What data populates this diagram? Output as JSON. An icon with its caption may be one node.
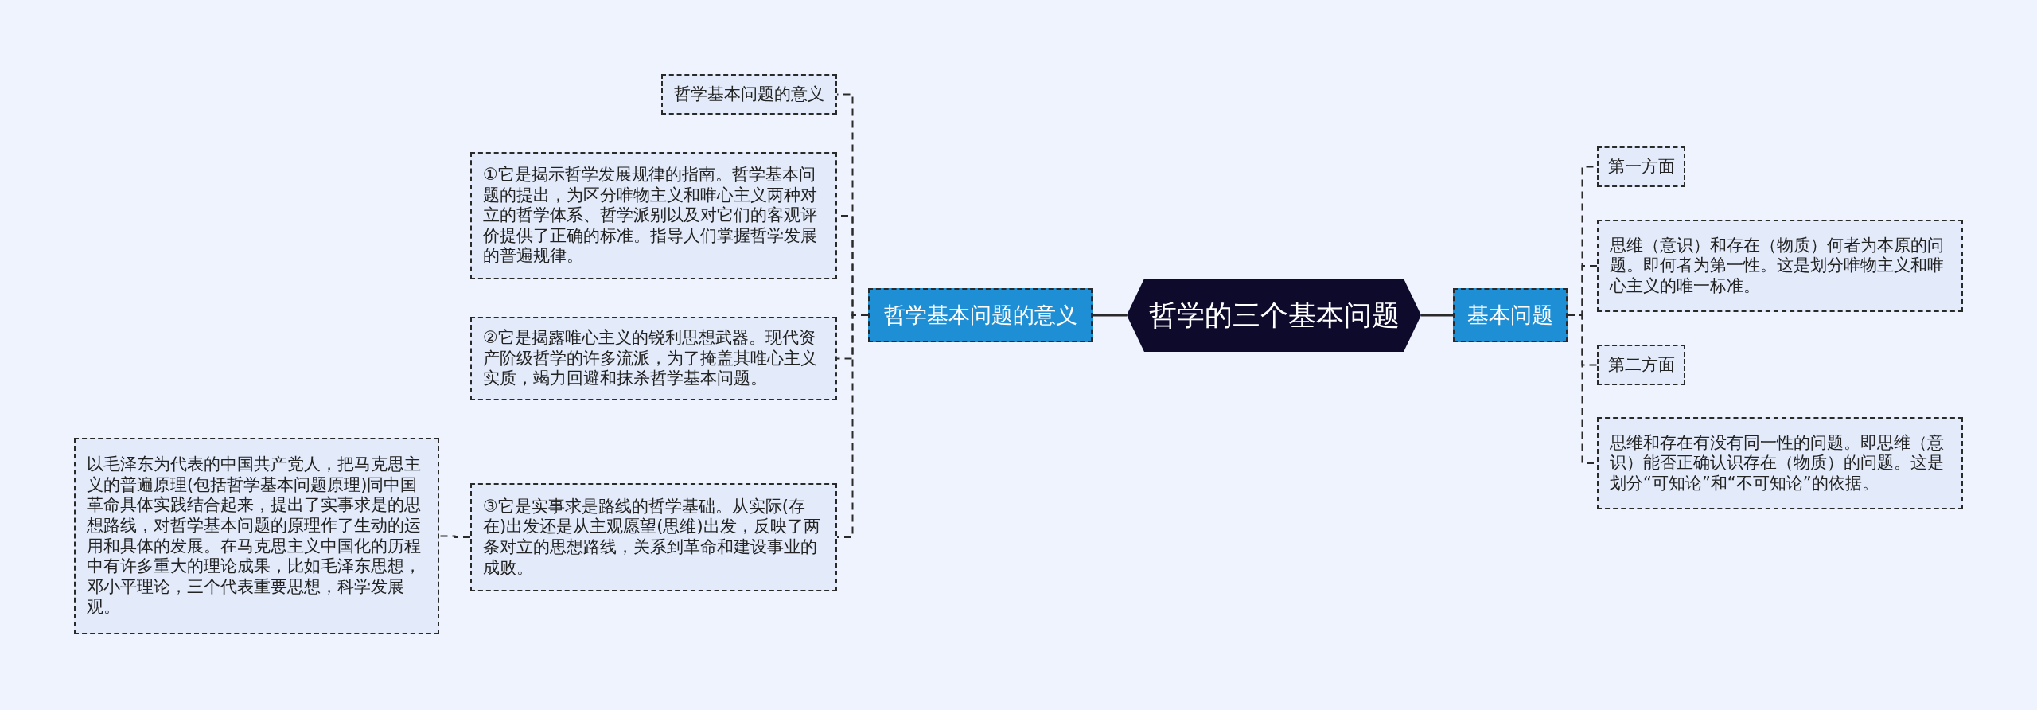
{
  "diagram": {
    "nodes": [
      {
        "text": [
          "哲学的三个基本问题"
        ]
      },
      {
        "text": [
          "哲学基本问题的意义"
        ]
      },
      {
        "text": [
          "哲学基本问题的意义"
        ]
      },
      {
        "text": [
          "①它是揭示哲学发展规律的指南。哲学基本问题的提出，为区分唯物主义和唯心主义两种对立的哲学体系、哲学派别以及对它们的客观评价提供了正确的标准。指导人们掌握哲学发展的普遍规律。"
        ]
      },
      {
        "text": [
          "②它是揭露唯心主义的锐利思想武器。现代资产阶级哲学的许多流派，为了掩盖其唯心主义实质，竭力回避和抹杀哲学基本问题。"
        ]
      },
      {
        "text": [
          "③它是实事求是路线的哲学基础。从实际(存在)出发还是从主观愿望(思维)出发，反映了两条对立的思想路线，关系到革命和建设事业的成败。"
        ]
      },
      {
        "text": [
          "以毛泽东为代表的中国共产党人，把马克思主义的普遍原理(包括哲学基本问题原理)同中国革命具体实践结合起来，提出了实事求是的思想路线，对哲学基本问题的原理作了生动的运用和具体的发展。在马克思主义中国化的历程中有许多重大的理论成果，比如毛泽东思想，邓小平理论，三个代表重要思想，科学发展观。"
        ]
      },
      {
        "text": [
          "基本问题"
        ]
      },
      {
        "text": [
          "第一方面"
        ]
      },
      {
        "text": [
          "思维（意识）和存在（物质）何者为本原的问题。即何者为第一性。这是划分唯物主义和唯心主义的唯一标准。"
        ]
      },
      {
        "text": [
          "第二方面"
        ]
      },
      {
        "text": [
          "思维和存在有没有同一性的问题。即思维（意识）能否正确认识存在（物质）的问题。这是划分“可知论”和“不可知论”的依据。"
        ]
      }
    ],
    "edges": [
      {
        "from": 0,
        "to": 1,
        "arrow": "none"
      },
      {
        "from": 1,
        "to": 2,
        "arrow": "none",
        "style": "dashed"
      },
      {
        "from": 1,
        "to": 3,
        "arrow": "none",
        "style": "dashed"
      },
      {
        "from": 1,
        "to": 4,
        "arrow": "none",
        "style": "dashed"
      },
      {
        "from": 1,
        "to": 5,
        "arrow": "none",
        "style": "dashed"
      },
      {
        "from": 5,
        "to": 6,
        "arrow": "none",
        "style": "dashed"
      },
      {
        "from": 0,
        "to": 7,
        "arrow": "none"
      },
      {
        "from": 7,
        "to": 8,
        "arrow": "none",
        "style": "dashed"
      },
      {
        "from": 7,
        "to": 9,
        "arrow": "none",
        "style": "dashed"
      },
      {
        "from": 7,
        "to": 10,
        "arrow": "none",
        "style": "dashed"
      },
      {
        "from": 7,
        "to": 11,
        "arrow": "none",
        "style": "dashed"
      }
    ]
  }
}
